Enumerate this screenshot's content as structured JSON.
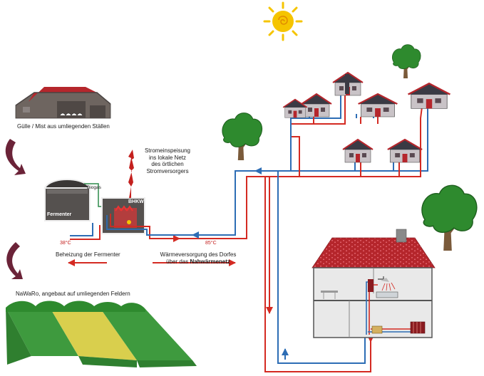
{
  "labels": {
    "guelle": "Gülle / Mist aus umliegenden Ställen",
    "biogas": "Biogas",
    "fermenter": "Fermenter",
    "bhkw": "BHKW",
    "strom_line1": "Stromeinspeisung",
    "strom_line2": "ins lokale Netz",
    "strom_line3": "des örtlichen",
    "strom_line4": "Stromversorgers",
    "temp_38": "38°C",
    "temp_85": "85°C",
    "beheizung": "Beheizung der Fermenter",
    "waerme_line1": "Wärmeversorgung des Dorfes",
    "waerme_line2_prefix": "über das ",
    "waerme_line2_bold": "Nahwärmenetz",
    "nawaro": "NaWaRo, angebaut auf umliegenden Feldern"
  },
  "colors": {
    "supply": "#d42a22",
    "return": "#2d6db5",
    "roof": "#b5262c",
    "tree": "#2e8a2e",
    "trunk": "#7a5a3a",
    "sun": "#f5c400",
    "barn": "#6e6560",
    "field_green": "#3e9a3e",
    "field_yellow": "#d9cf4d",
    "curved_arrow": "#6b2338"
  },
  "icons": [
    "sun-icon",
    "tree-icon",
    "barn-icon",
    "house-icon",
    "fermenter-icon",
    "bhkw-icon",
    "field-icon",
    "curved-arrow-icon",
    "lightning-arrow-icon",
    "radiator-icon",
    "shower-icon"
  ]
}
